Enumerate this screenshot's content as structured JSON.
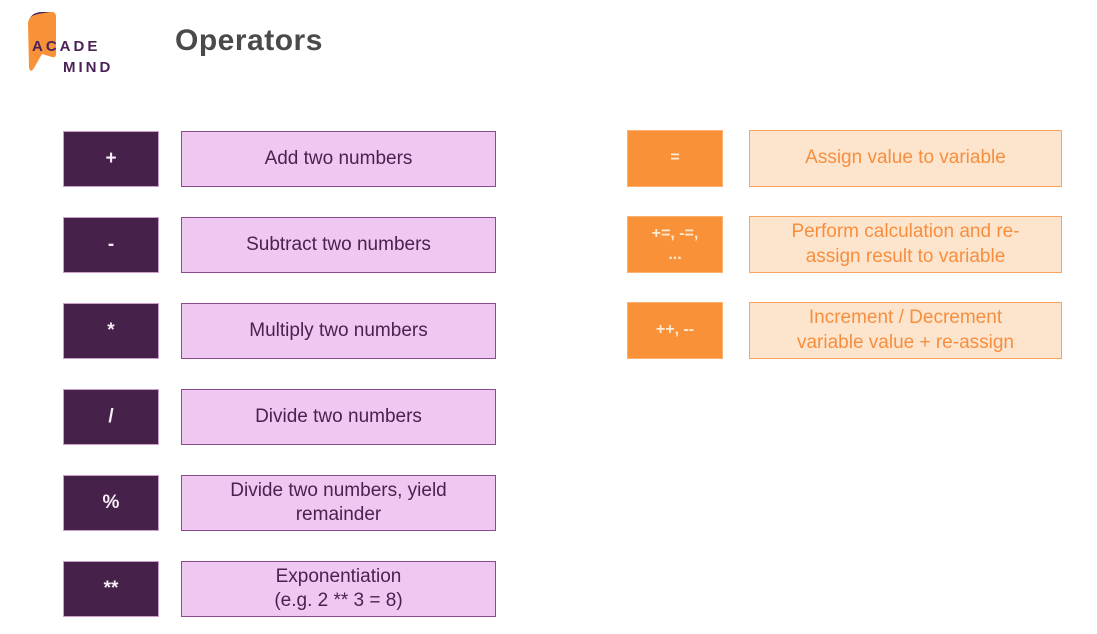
{
  "brand": {
    "line1": "ACADE",
    "line2": "MIND"
  },
  "title": "Operators",
  "colors": {
    "purple_box": "#462149",
    "purple_text": "#4a2150",
    "pink_fill": "#eec8f0",
    "pink_border": "#8d4a8d",
    "orange_box": "#f89138",
    "orange_fill_light": "#fde5cd",
    "orange_border": "#f9a45f",
    "orange_text": "#f78e3e",
    "title_color": "#4a4a4a"
  },
  "purple_section": {
    "items": [
      {
        "symbol": "+",
        "description": "Add two numbers"
      },
      {
        "symbol": "-",
        "description": "Subtract two numbers"
      },
      {
        "symbol": "*",
        "description": "Multiply two numbers"
      },
      {
        "symbol": "/",
        "description": "Divide two numbers"
      },
      {
        "symbol": "%",
        "description": "Divide two numbers, yield\nremainder"
      },
      {
        "symbol": "**",
        "description": "Exponentiation\n(e.g. 2 ** 3 = 8)"
      }
    ]
  },
  "orange_section": {
    "items": [
      {
        "symbol": "=",
        "description": "Assign value to variable"
      },
      {
        "symbol": "+=, -=,\n...",
        "description": "Perform calculation and re-\nassign result to variable"
      },
      {
        "symbol": "++, --",
        "description": "Increment / Decrement\nvariable value + re-assign"
      }
    ]
  }
}
